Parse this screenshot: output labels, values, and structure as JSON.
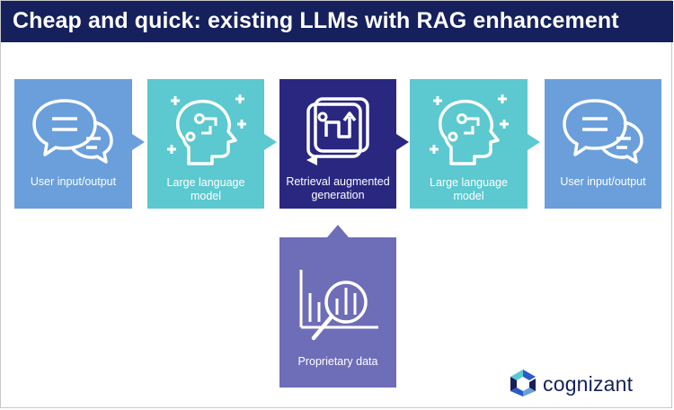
{
  "title": "Cheap and quick: existing LLMs with RAG enhancement",
  "boxes": {
    "user_input_1": "User input/output",
    "llm_1_line1": "Large language",
    "llm_1_line2": "model",
    "rag_line1": "Retrieval augmented",
    "rag_line2": "generation",
    "llm_2_line1": "Large language",
    "llm_2_line2": "model",
    "user_input_2": "User input/output",
    "proprietary": "Proprietary data"
  },
  "brand": "cognizant",
  "colors": {
    "title_bg": "#15205c",
    "user_box": "#6a9fdb",
    "llm_box": "#5cc8cf",
    "rag_box": "#2a2781",
    "data_box": "#6e6db8"
  }
}
